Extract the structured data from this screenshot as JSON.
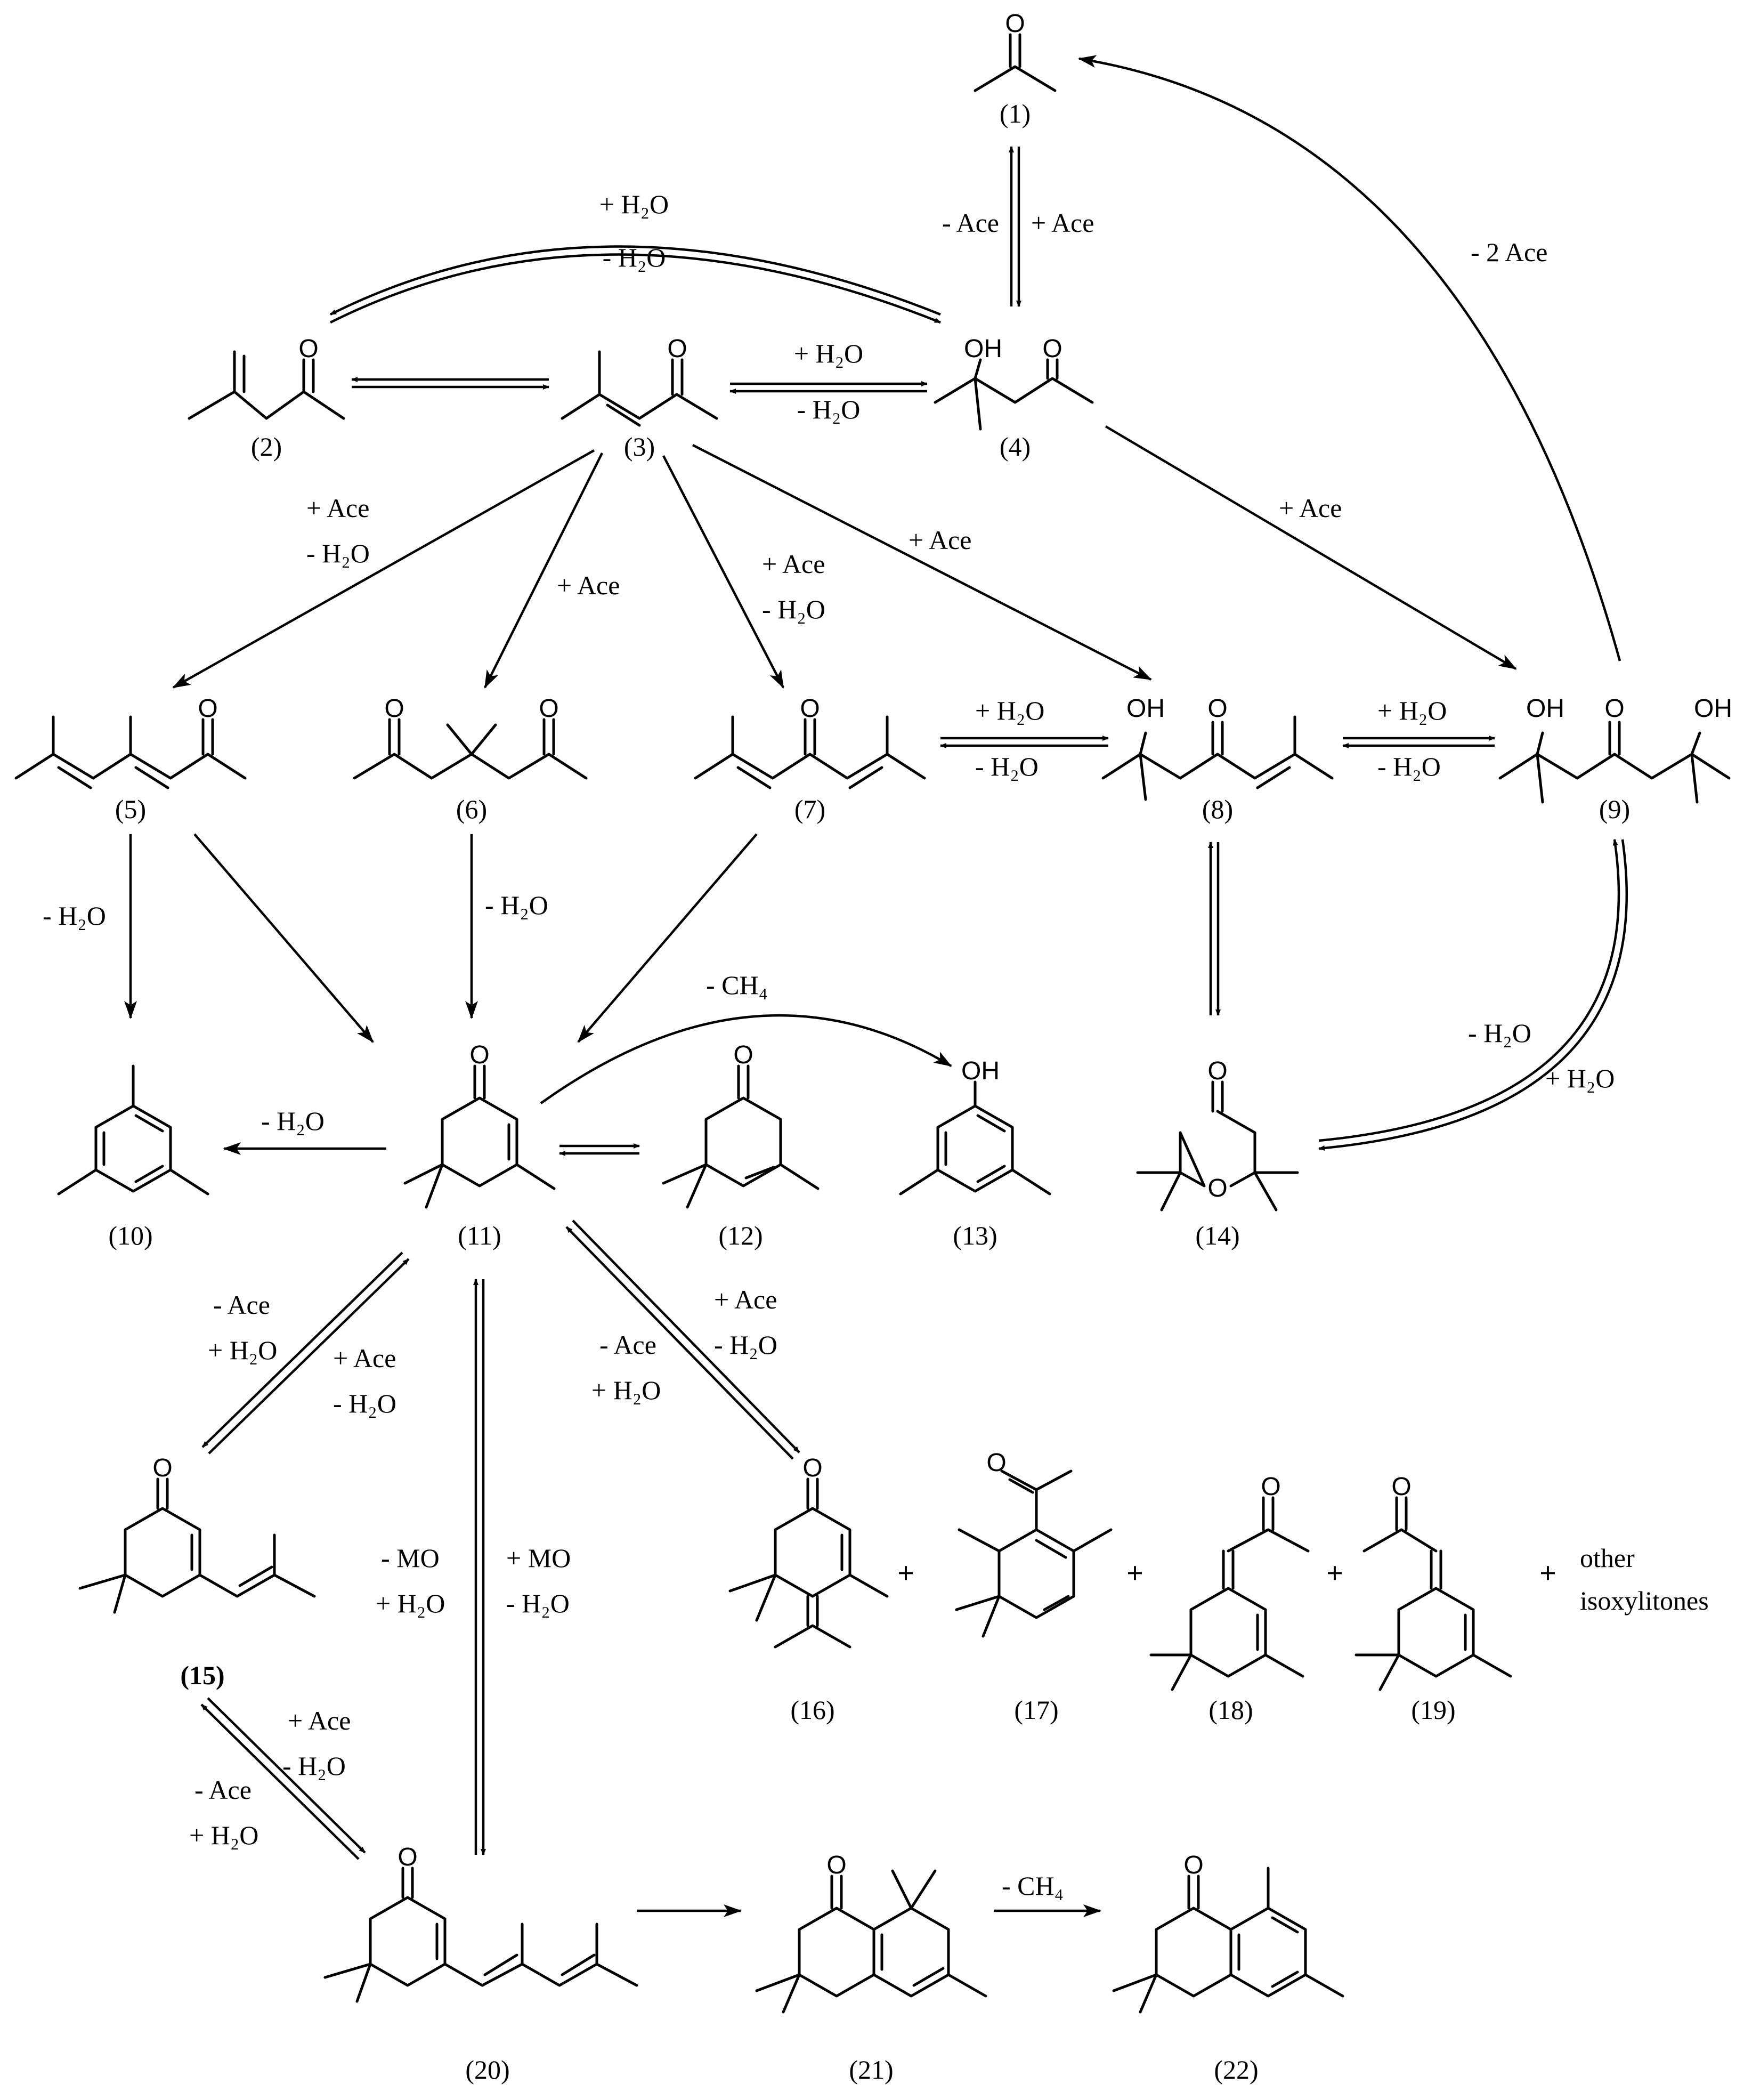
{
  "compounds": [
    {
      "id": "1",
      "label": "(1)"
    },
    {
      "id": "2",
      "label": "(2)"
    },
    {
      "id": "3",
      "label": "(3)"
    },
    {
      "id": "4",
      "label": "(4)"
    },
    {
      "id": "5",
      "label": "(5)"
    },
    {
      "id": "6",
      "label": "(6)"
    },
    {
      "id": "7",
      "label": "(7)"
    },
    {
      "id": "8",
      "label": "(8)"
    },
    {
      "id": "9",
      "label": "(9)"
    },
    {
      "id": "10",
      "label": "(10)"
    },
    {
      "id": "11",
      "label": "(11)"
    },
    {
      "id": "12",
      "label": "(12)"
    },
    {
      "id": "13",
      "label": "(13)"
    },
    {
      "id": "14",
      "label": "(14)"
    },
    {
      "id": "15",
      "label": "(15)"
    },
    {
      "id": "16",
      "label": "(16)"
    },
    {
      "id": "17",
      "label": "(17)"
    },
    {
      "id": "18",
      "label": "(18)"
    },
    {
      "id": "19",
      "label": "(19)"
    },
    {
      "id": "20",
      "label": "(20)"
    },
    {
      "id": "21",
      "label": "(21)"
    },
    {
      "id": "22",
      "label": "(22)"
    }
  ],
  "atoms": {
    "oxygen": "O",
    "hydroxyl": "OH"
  },
  "conditions": {
    "minus_ace": "- Ace",
    "plus_ace": "+ Ace",
    "plus_h2o": "+ H₂O",
    "minus_h2o": "- H₂O",
    "minus_2ace": "- 2 Ace",
    "minus_ch4": "- CH₄",
    "minus_mo": "- MO",
    "plus_mo": "+ MO"
  },
  "plus_sign": "+",
  "other_products": {
    "line1": "other",
    "line2": "isoxylitones"
  }
}
